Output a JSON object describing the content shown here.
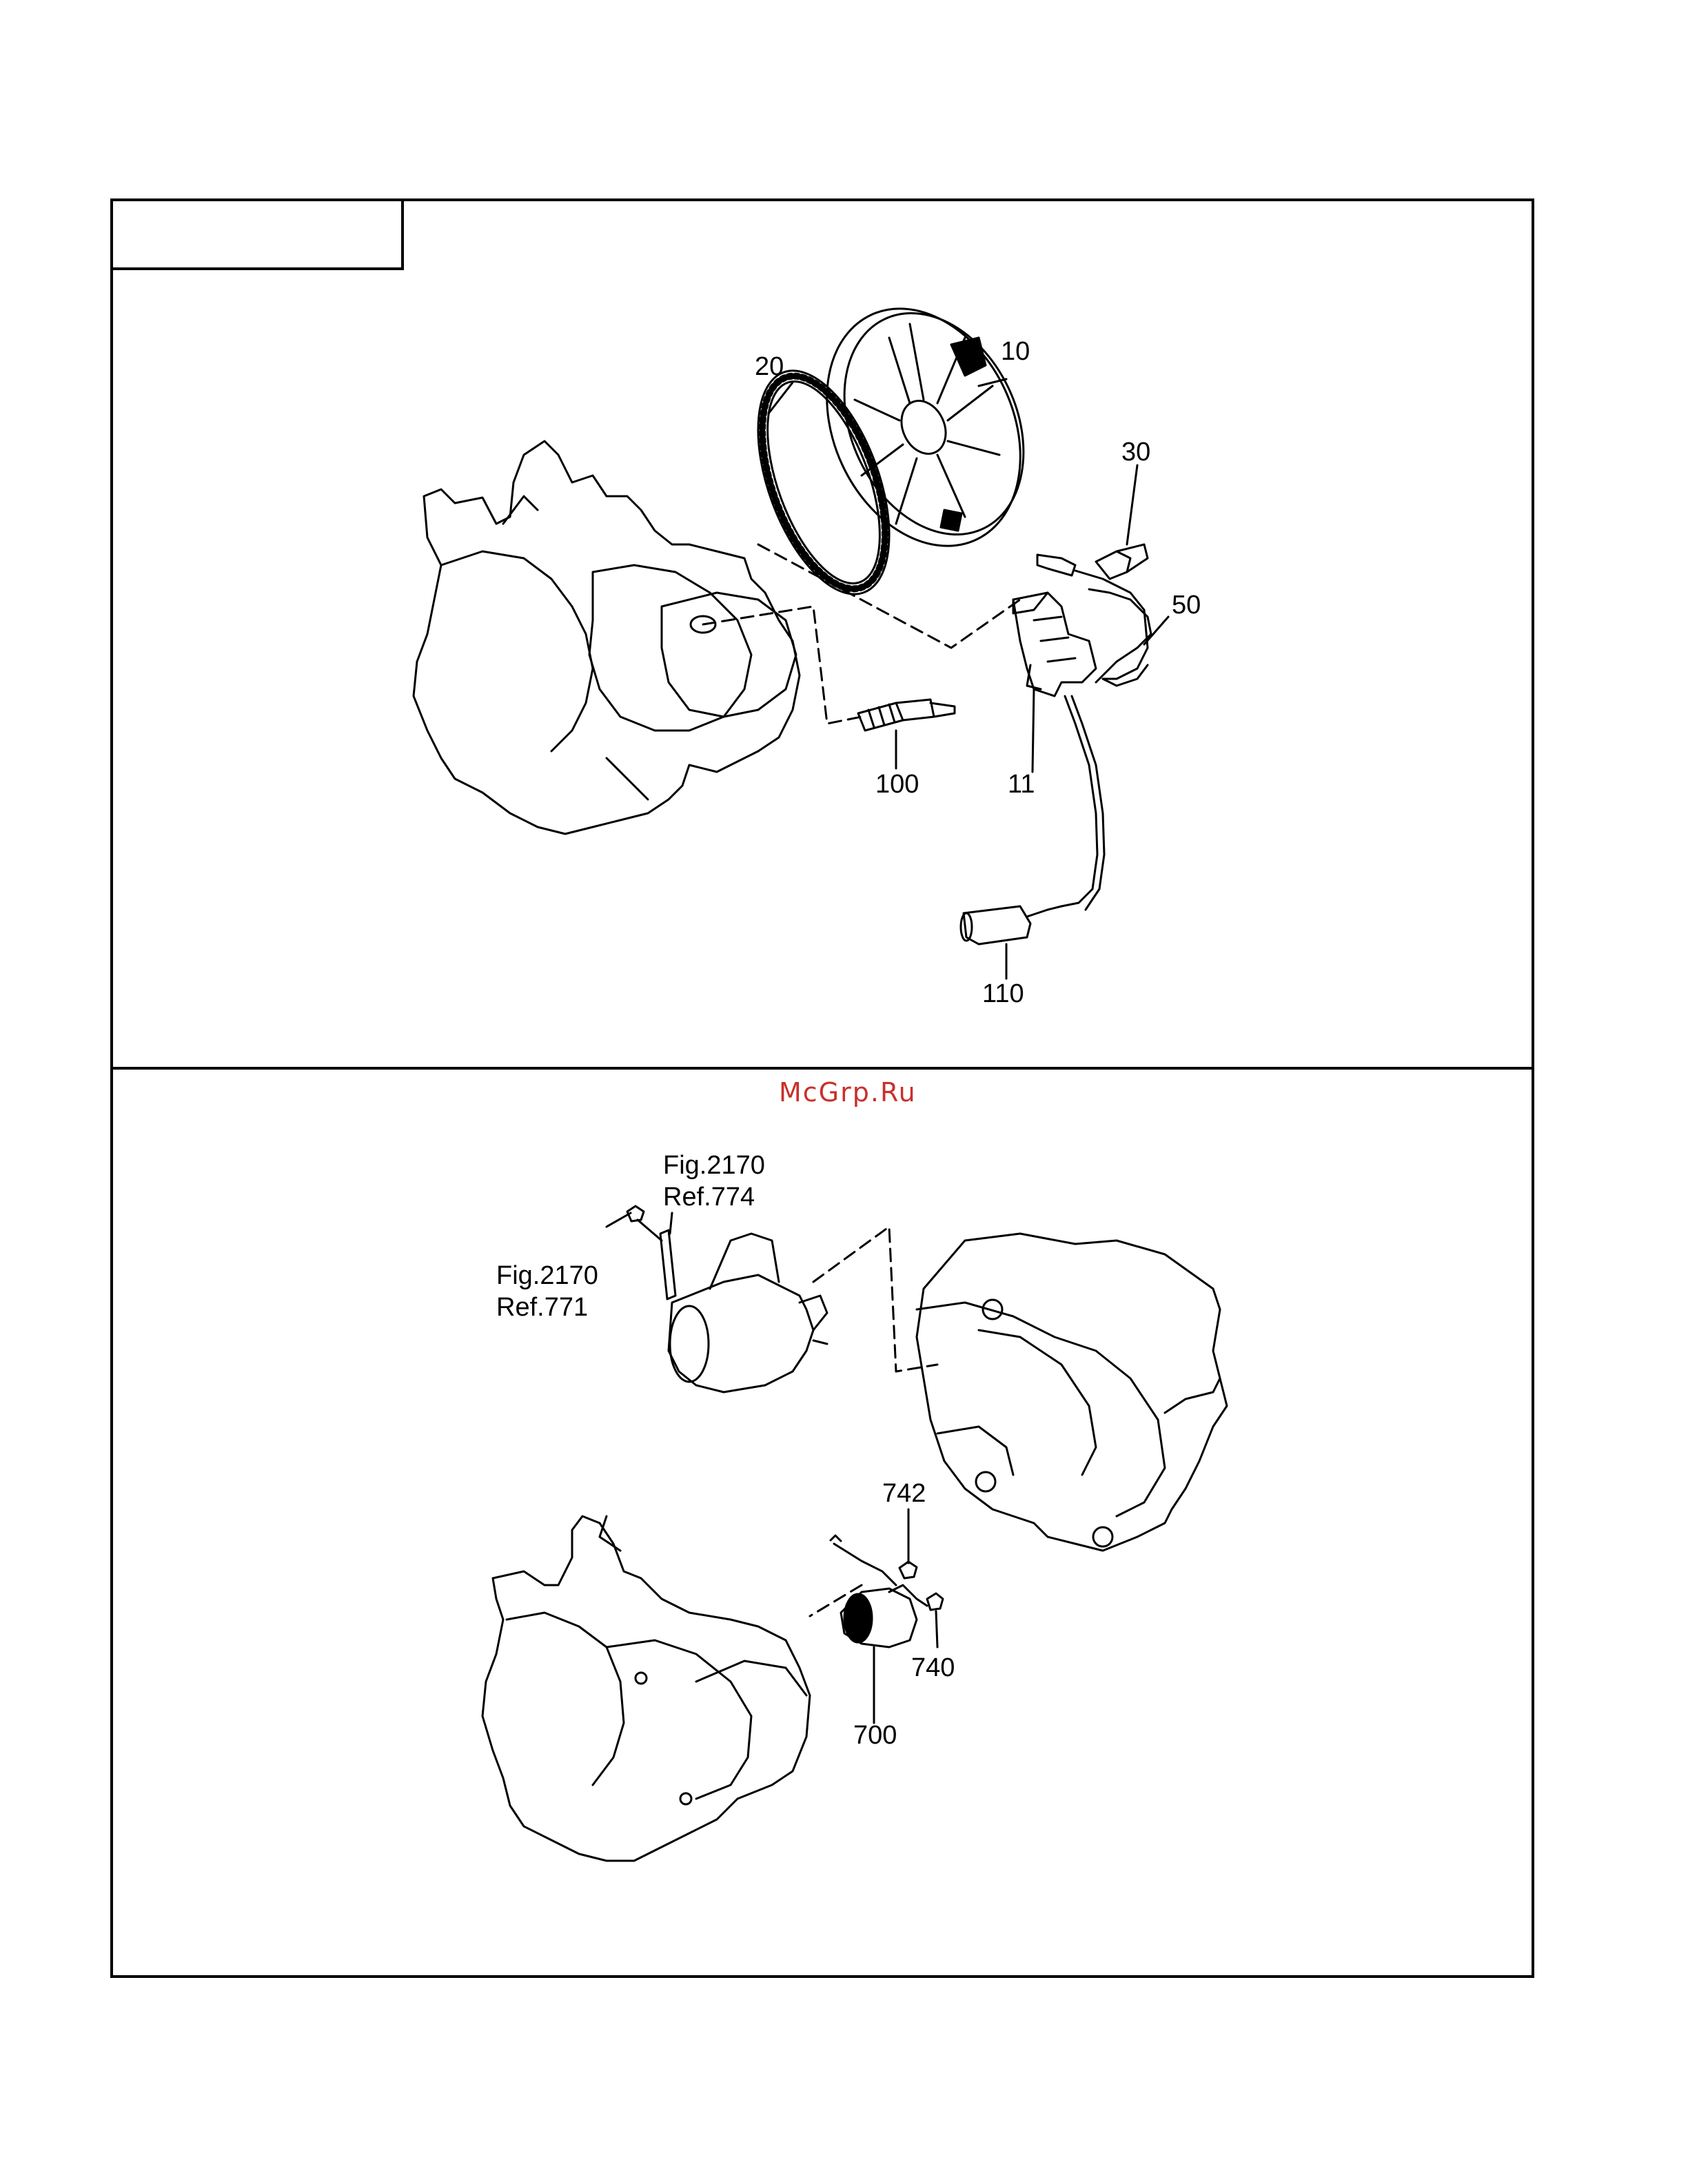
{
  "watermark": "McGrp.Ru",
  "upper_view": {
    "labels": {
      "p10": "10",
      "p20": "20",
      "p30": "30",
      "p50": "50",
      "p11": "11",
      "p100": "100",
      "p110": "110"
    }
  },
  "lower_view": {
    "labels": {
      "p742": "742",
      "p740": "740",
      "p700": "700"
    },
    "references": {
      "ref774_fig": "Fig.2170",
      "ref774_ref": "Ref.774",
      "ref771_fig": "Fig.2170",
      "ref771_ref": "Ref.771"
    }
  }
}
